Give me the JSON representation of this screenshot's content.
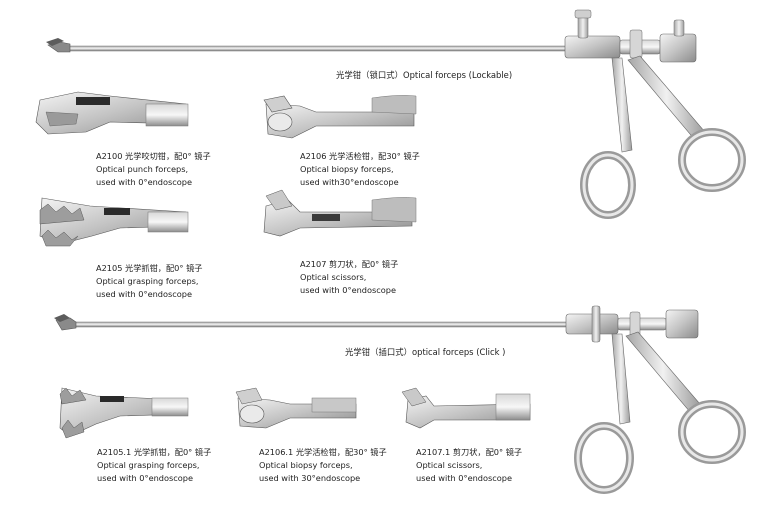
{
  "titles": {
    "lockable": "光学钳（锁口式）Optical forceps (Lockable)",
    "click": "光学钳（插口式）optical forceps (Click )"
  },
  "items": {
    "a2100": {
      "line1": "A2100 光学咬切钳，配0° 镜子",
      "line2": "Optical punch forceps,",
      "line3": "used with 0°endoscope"
    },
    "a2106": {
      "line1": "A2106 光学活检钳，配30° 镜子",
      "line2": "Optical biopsy forceps,",
      "line3": "used with30°endoscope"
    },
    "a2105": {
      "line1": "A2105 光学抓钳，配0° 镜子",
      "line2": "Optical grasping forceps,",
      "line3": "used with 0°endoscope"
    },
    "a2107": {
      "line1": "A2107 剪刀状，配0° 镜子",
      "line2": "Optical scissors,",
      "line3": "used with 0°endoscope"
    },
    "a2105_1": {
      "line1": "A2105.1 光学抓钳，配0° 镜子",
      "line2": "Optical grasping forceps,",
      "line3": "used with 0°endoscope"
    },
    "a2106_1": {
      "line1": "A2106.1 光学活检钳，配30° 镜子",
      "line2": "Optical biopsy forceps,",
      "line3": "used with 30°endoscope"
    },
    "a2107_1": {
      "line1": "A2107.1 剪刀状，配0° 镜子",
      "line2": "Optical scissors,",
      "line3": "used with 0°endoscope"
    }
  },
  "colors": {
    "steel_light": "#eeeeee",
    "steel_mid": "#b8b8b8",
    "steel_dark": "#6a6a6a",
    "text": "#222222"
  }
}
